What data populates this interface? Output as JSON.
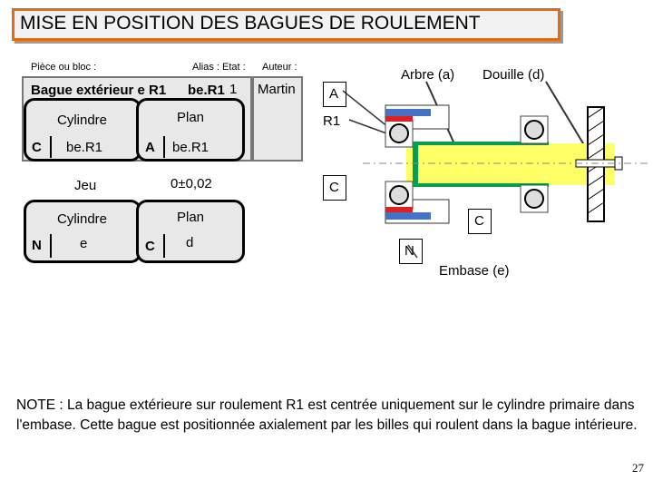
{
  "title": "MISE EN POSITION DES BAGUES DE ROULEMENT",
  "header": {
    "piece": "Pièce ou bloc :",
    "alias_etat": "Alias : Etat :",
    "auteur": "Auteur :"
  },
  "part": {
    "name": "Bague extérieur e R1",
    "alias": "be.R1",
    "etat": "1",
    "auteur": "Martin"
  },
  "contacts": [
    {
      "type": "C",
      "surface_a": "Cylindre",
      "ref_a": "be.R1",
      "type_b": "A",
      "surface_b": "Plan",
      "ref_b": "be.R1"
    },
    {
      "type": "N",
      "surface_a": "Cylindre",
      "ref_a": "e",
      "type_b": "C",
      "surface_b": "Plan",
      "ref_b": "d"
    }
  ],
  "jeu": {
    "label": "Jeu",
    "value": "0±0,02"
  },
  "diagram": {
    "label_arbre": "Arbre (a)",
    "label_douille": "Douille (d)",
    "label_A": "A",
    "label_R1": "R1",
    "label_C1": "C",
    "label_C2": "C",
    "label_N": "N",
    "label_embase": "Embase (e)"
  },
  "note": "NOTE : La bague extérieure sur roulement R1 est centrée uniquement sur le cylindre primaire dans l'embase. Cette bague est positionnée axialement par les billes qui roulent dans la bague intérieure.",
  "page_number": "27",
  "colors": {
    "title_border": "#e46c0a",
    "shaft": "#ffff66",
    "green": "#00a050",
    "blue": "#4472c4",
    "red": "#e02020"
  }
}
